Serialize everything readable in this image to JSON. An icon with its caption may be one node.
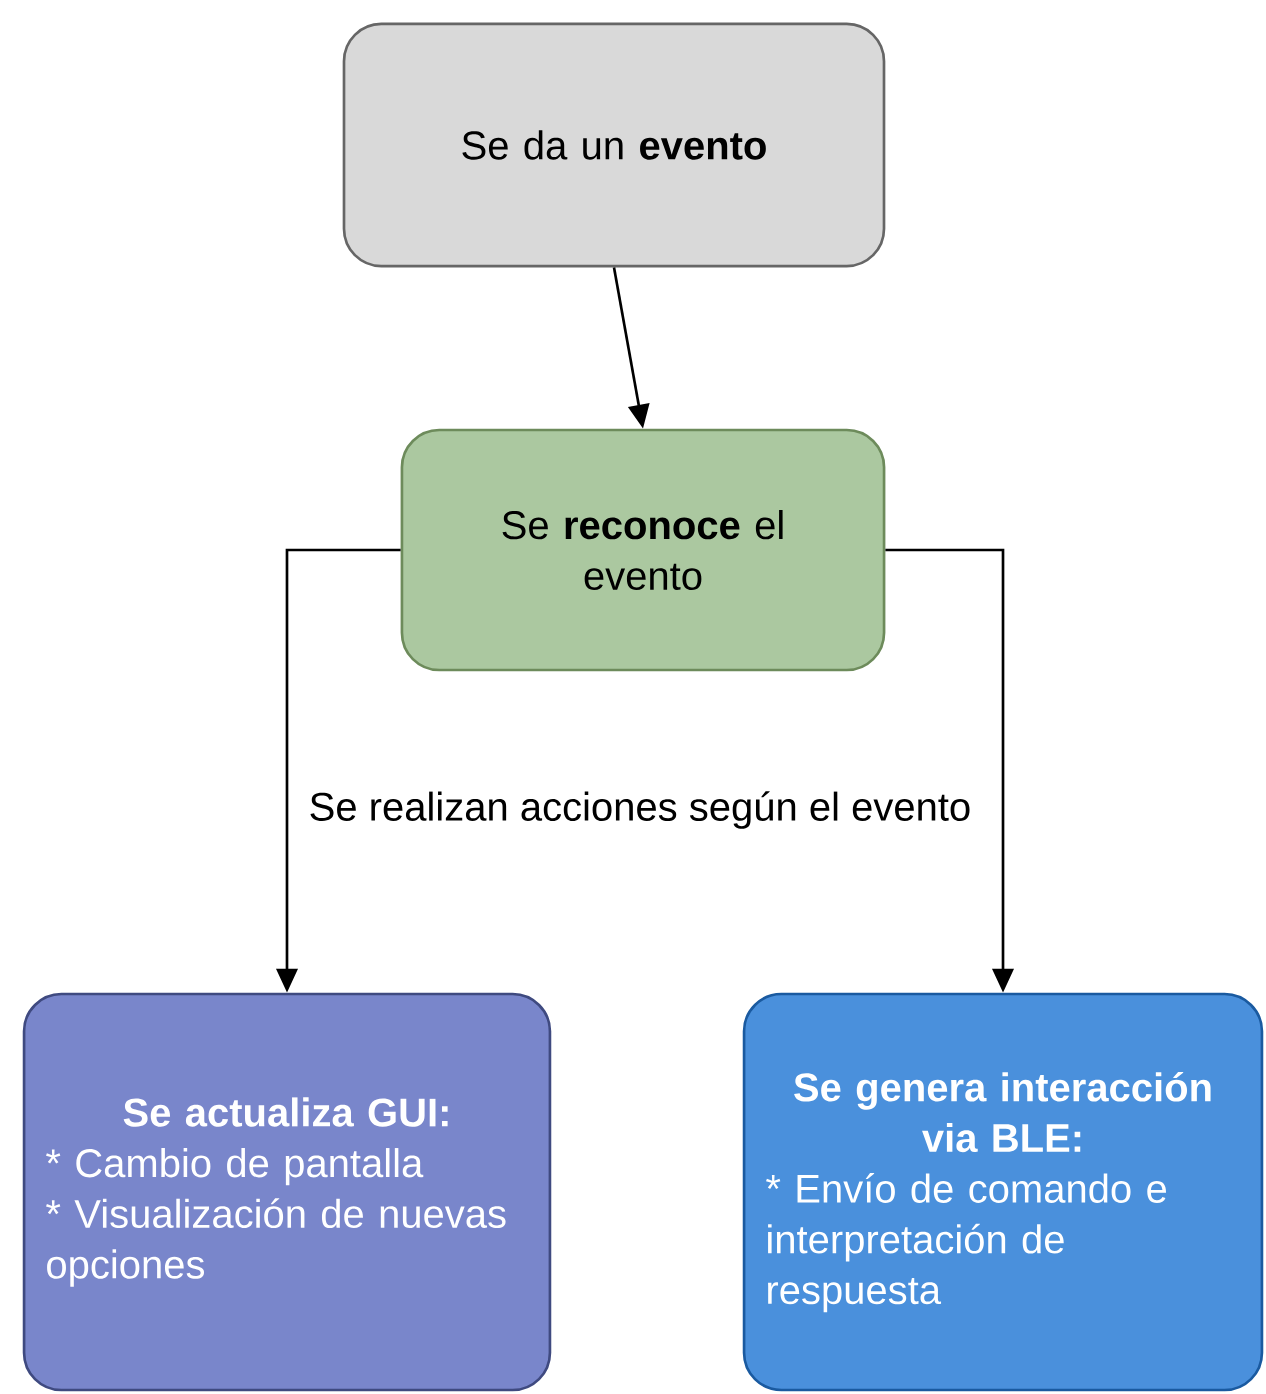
{
  "diagram": {
    "nodes": [
      {
        "text": [
          "Se da un **evento**"
        ]
      },
      {
        "text": [
          "Se **reconoce** el evento"
        ]
      },
      {
        "text": [
          "Se actualiza GUI:",
          "* Cambio de pantalla",
          "* Visualización de nuevas opciones"
        ]
      },
      {
        "text": [
          "Se genera interacción via BLE:",
          "* Envío de comando e interpretación de respuesta"
        ]
      }
    ],
    "edges": [
      {
        "from": 0,
        "to": 1,
        "arrow": "to"
      },
      {
        "from": 1,
        "to": 2,
        "arrow": "to"
      },
      {
        "from": 1,
        "to": 3,
        "arrow": "to"
      }
    ],
    "labels": [
      "Se realizan acciones según el evento"
    ]
  }
}
